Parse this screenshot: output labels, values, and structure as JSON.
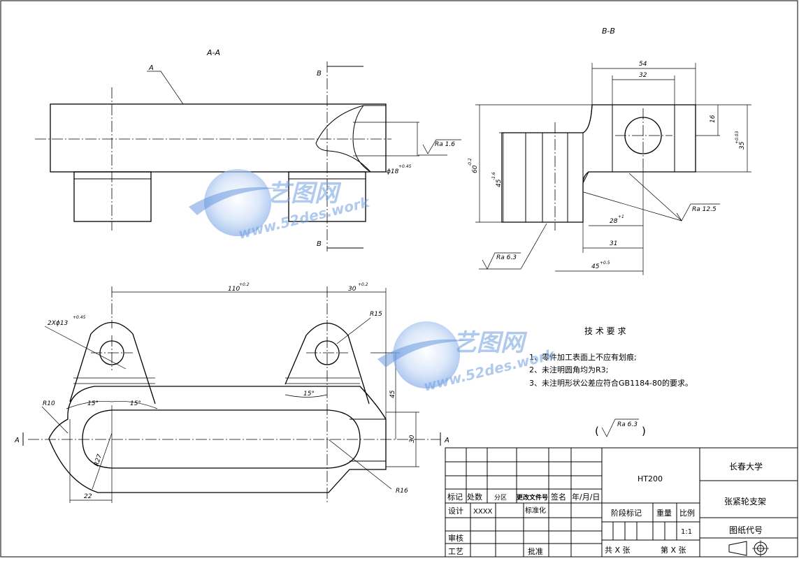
{
  "views": {
    "section_aa": "A-A",
    "section_bb": "B-B",
    "label_a": "A",
    "label_b": "B"
  },
  "dimensions": {
    "d54": "54",
    "d32": "32",
    "d16": "16",
    "d60": "60",
    "d60_tol": "-0.2",
    "d45a": "45",
    "d45a_tol": "-1.6",
    "d35": "35",
    "d35_tol": "+0.03",
    "d28": "28",
    "d28_tol": "+1",
    "d31": "31",
    "d45b": "45",
    "d45b_tol": "+0.5",
    "d18": "ϕ18",
    "d18_tol": "+0.45",
    "d110": "110",
    "d110_tol": "+0.2",
    "d30": "30",
    "d30_tol": "+0.2",
    "d2x13": "2Xϕ13",
    "d2x13_tol": "+0.45",
    "r15": "R15",
    "r10": "R10",
    "r16": "R16",
    "r27": "R27",
    "a15_1": "15°",
    "a15_2": "15°",
    "a15_3": "15°",
    "d45c": "45",
    "d30b": "30",
    "d22": "22"
  },
  "roughness": {
    "ra16": "Ra 1.6",
    "ra125": "Ra 12.5",
    "ra63a": "Ra 6.3",
    "ra63b": "Ra 6.3"
  },
  "tech": {
    "title": "技 术 要 求",
    "req1": "1、零件加工表面上不应有划痕;",
    "req2": "2、未注明圆角均为R3;",
    "req3": "3、未注明形状公差应符合GB1184-80的要求。"
  },
  "watermark": {
    "cn": "艺图网",
    "url": "www.52des.work"
  },
  "title_block": {
    "material": "HT200",
    "company": "长春大学",
    "part_name": "张紧轮支架",
    "drawing_no": "图纸代号",
    "mark": "标记",
    "count": "处数",
    "zone": "分区",
    "doc_no": "更改文件号",
    "sign": "签名",
    "date": "年/月/日",
    "design": "设计",
    "designer": "XXXX",
    "standard": "标准化",
    "stage": "阶段标记",
    "weight": "重量",
    "scale": "比例",
    "scale_val": "1:1",
    "review": "审核",
    "process": "工艺",
    "approve": "批准",
    "total": "共 X 张",
    "sheet": "第 X 张"
  }
}
